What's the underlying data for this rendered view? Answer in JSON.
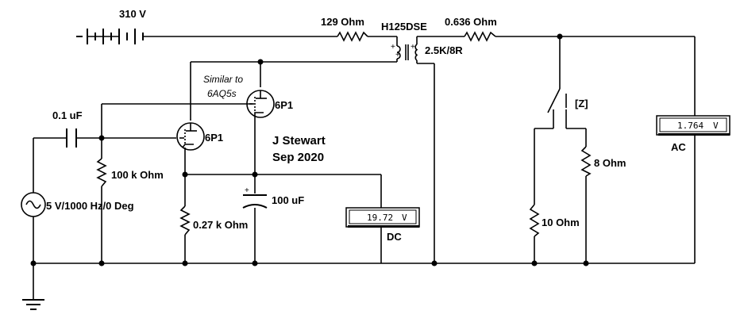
{
  "battery": {
    "voltage": "310 V"
  },
  "resistors": {
    "r_primary": "129  Ohm",
    "r_secondary": "0.636  Ohm",
    "r_grid": "100 k Ohm",
    "r_cathode": "0.27 k Ohm",
    "r_load_10": "10  Ohm",
    "r_load_8": "8  Ohm"
  },
  "transformer": {
    "model": "H125DSE",
    "ratio": "2.5K/8R"
  },
  "capacitors": {
    "coupling": "0.1 uF",
    "bypass": "100 uF"
  },
  "tubes": {
    "lower": "6P1",
    "upper": "6P1"
  },
  "notes": {
    "similar_line1": "Similar to",
    "similar_line2": "6AQ5s",
    "author": "J Stewart",
    "date": "Sep 2020"
  },
  "source": {
    "label": "5 V/1000 Hz/0 Deg"
  },
  "switch": {
    "key": "[Z]"
  },
  "meters": {
    "dc": {
      "value": "19.72",
      "unit": "V",
      "mode": "DC"
    },
    "ac": {
      "value": "1.764",
      "unit": "V",
      "mode": "AC"
    }
  },
  "polarity": {
    "plus": "+"
  }
}
